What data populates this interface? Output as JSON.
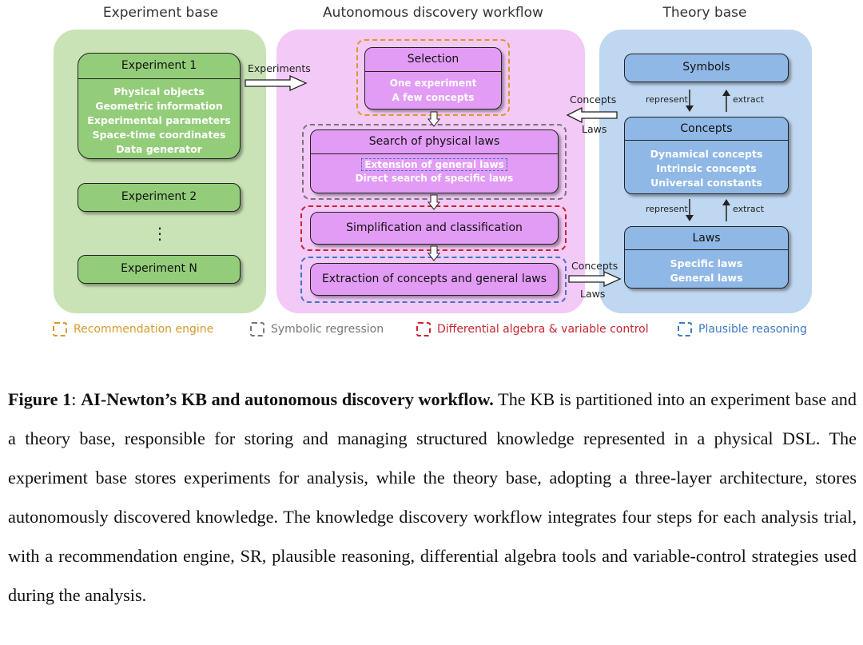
{
  "figure": {
    "panel_titles": {
      "experiment_base": "Experiment base",
      "workflow": "Autonomous discovery workflow",
      "theory_base": "Theory base"
    },
    "experiment_1": {
      "title": "Experiment 1",
      "items": [
        "Physical objects",
        "Geometric information",
        "Experimental parameters",
        "Space-time coordinates",
        "Data generator"
      ]
    },
    "experiment_2": "Experiment 2",
    "experiment_dots": "⋮",
    "experiment_n": "Experiment N",
    "experiments_arrow_label": "Experiments",
    "selection": {
      "title": "Selection",
      "items": [
        "One experiment",
        "A few concepts"
      ]
    },
    "search": {
      "title": "Search of physical laws",
      "items": [
        "Extension of general laws",
        "Direct search of specific laws"
      ]
    },
    "simplification": "Simplification and classification",
    "extraction": "Extraction of concepts and general laws",
    "concepts_laws_top": {
      "concepts": "Concepts",
      "laws": "Laws"
    },
    "concepts_laws_bottom": {
      "concepts": "Concepts",
      "laws": "Laws"
    },
    "symbols": "Symbols",
    "concepts_box": {
      "title": "Concepts",
      "items": [
        "Dynamical concepts",
        "Intrinsic concepts",
        "Universal constants"
      ]
    },
    "laws_box": {
      "title": "Laws",
      "items": [
        "Specific laws",
        "General laws"
      ]
    },
    "represent": "represent",
    "extract": "extract",
    "legend": {
      "recommendation": "Recommendation engine",
      "symbolic": "Symbolic regression",
      "differential": "Differential algebra & variable control",
      "plausible": "Plausible reasoning"
    },
    "colors": {
      "green_panel": "#c9e3b6",
      "purple_panel": "#f3c9f7",
      "blue_panel": "#bfd7f0",
      "orange": "#d79a2a",
      "gray": "#777777",
      "red": "#c9232f",
      "blue_dash": "#3d78c4"
    }
  },
  "caption": {
    "label": "Figure 1",
    "bold_title": "AI-Newton’s KB and autonomous discovery workflow.",
    "text": " The KB is partitioned into an experiment base and a theory base, responsible for storing and managing structured knowledge represented in a physical DSL. The experiment base stores experiments for analysis, while the theory base, adopting a three-layer architecture, stores autonomously discovered knowledge. The knowledge discovery workflow integrates four steps for each analysis trial, with a recommendation engine, SR, plausible reasoning, differential algebra tools and variable-control strategies used during the analysis."
  }
}
